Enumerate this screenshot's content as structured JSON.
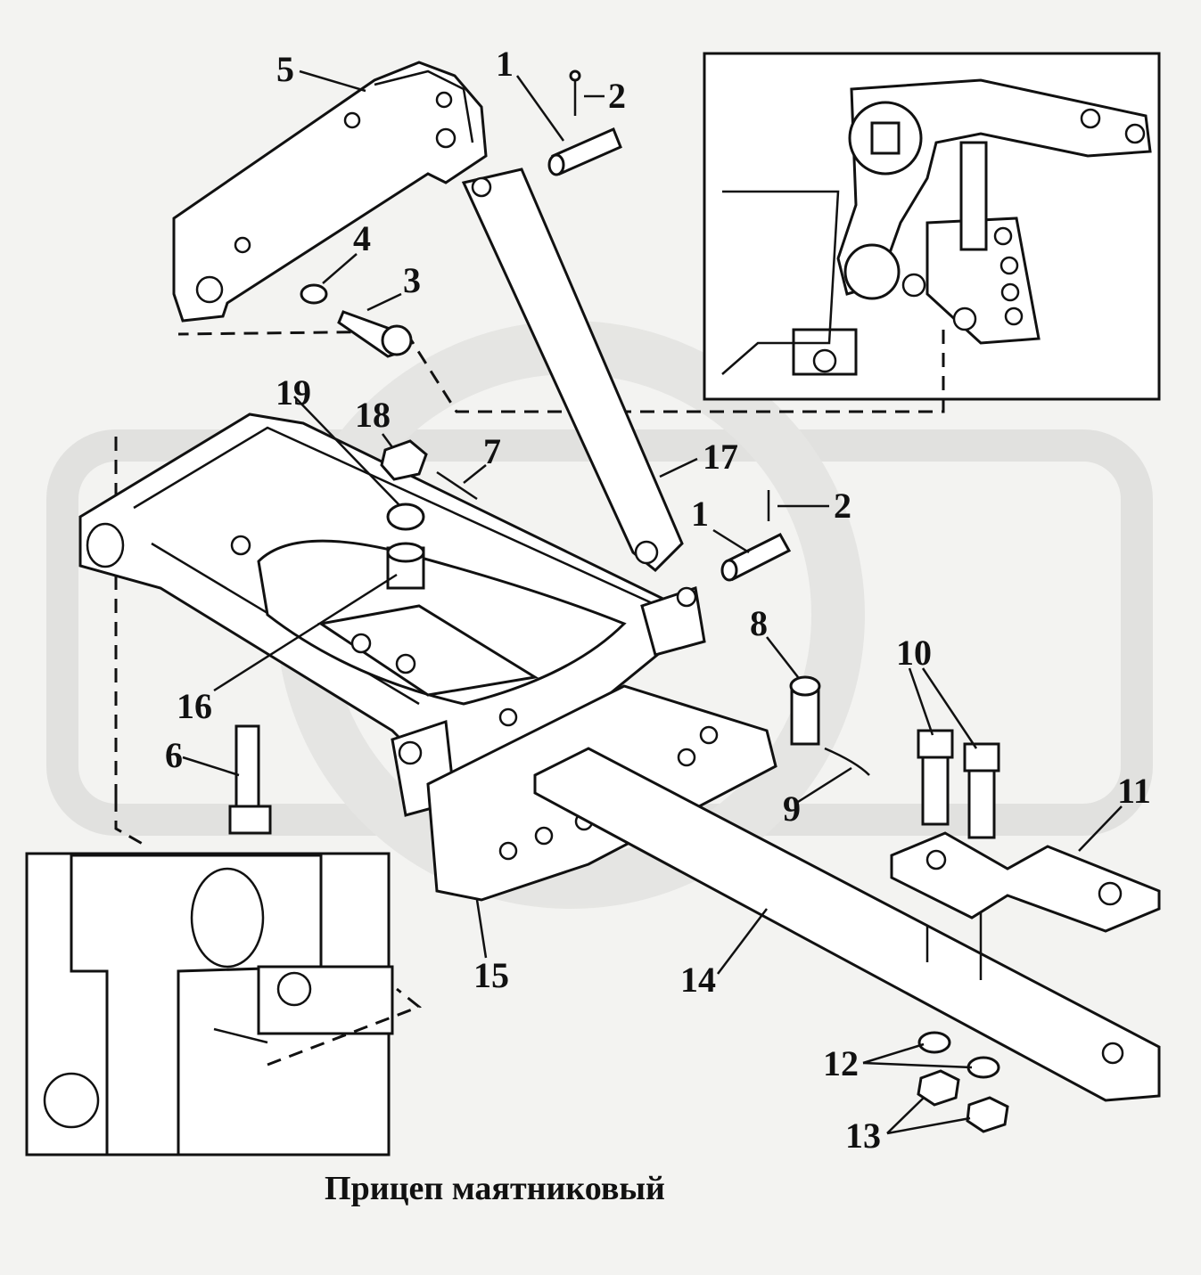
{
  "caption": "Прицеп маятниковый",
  "callouts": [
    {
      "id": "1a",
      "text": "1"
    },
    {
      "id": "2a",
      "text": "2"
    },
    {
      "id": "5",
      "text": "5"
    },
    {
      "id": "4",
      "text": "4"
    },
    {
      "id": "3",
      "text": "3"
    },
    {
      "id": "19",
      "text": "19"
    },
    {
      "id": "18",
      "text": "18"
    },
    {
      "id": "7",
      "text": "7"
    },
    {
      "id": "17",
      "text": "17"
    },
    {
      "id": "1b",
      "text": "1"
    },
    {
      "id": "2b",
      "text": "2"
    },
    {
      "id": "8",
      "text": "8"
    },
    {
      "id": "10",
      "text": "10"
    },
    {
      "id": "16",
      "text": "16"
    },
    {
      "id": "6",
      "text": "6"
    },
    {
      "id": "9",
      "text": "9"
    },
    {
      "id": "11",
      "text": "11"
    },
    {
      "id": "15",
      "text": "15"
    },
    {
      "id": "14",
      "text": "14"
    },
    {
      "id": "12",
      "text": "12"
    },
    {
      "id": "13",
      "text": "13"
    }
  ],
  "colors": {
    "background": "#f3f3f1",
    "ink": "#111111",
    "watermark": "#dcdcda"
  }
}
